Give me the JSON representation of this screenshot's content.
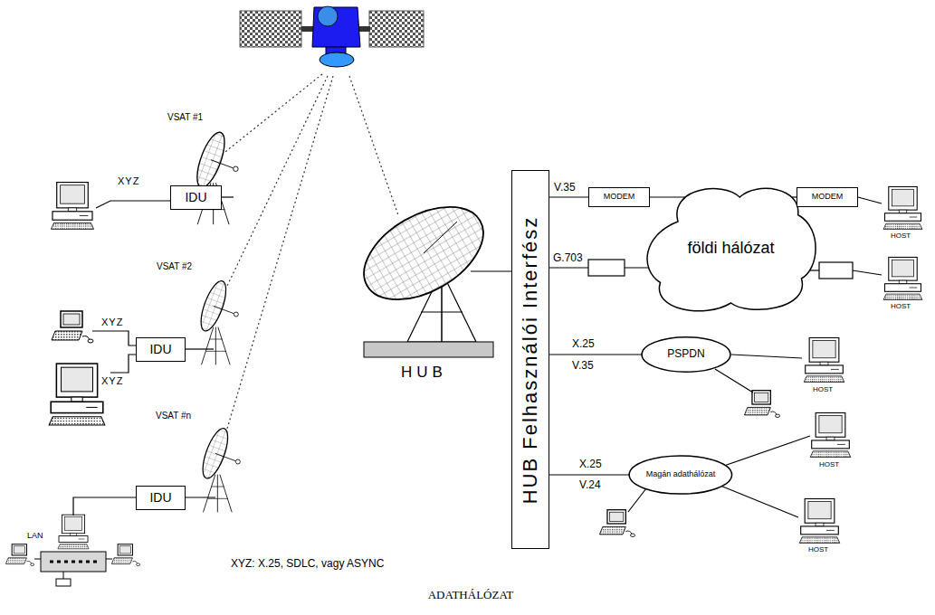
{
  "diagram": {
    "caption": "ADATHÁLÓZAT",
    "nodes": [
      {
        "text": [
          "IDU"
        ]
      },
      {
        "text": [
          "IDU"
        ]
      },
      {
        "text": [
          "IDU"
        ]
      },
      {
        "text": [
          "HUB Felhasználói Interfész"
        ]
      },
      {
        "text": [
          "MODEM"
        ]
      },
      {
        "text": [
          "földi hálózat"
        ]
      },
      {
        "text": [
          "MODEM"
        ]
      },
      {
        "text": [
          "PSPDN"
        ]
      },
      {
        "text": [
          "Magán adathálózat"
        ]
      }
    ],
    "edges": [
      {
        "from": 3,
        "to": 4,
        "label": "V.35",
        "arrow": "none"
      },
      {
        "from": 4,
        "to": 5,
        "arrow": "none"
      },
      {
        "from": 5,
        "to": 6,
        "arrow": "none"
      },
      {
        "from": 3,
        "to": 5,
        "label": "G.703",
        "arrow": "none"
      },
      {
        "from": 3,
        "to": 7,
        "label": "X.25",
        "arrow": "none"
      },
      {
        "from": 3,
        "to": 8,
        "label": "X.25",
        "arrow": "none"
      }
    ],
    "labels": [
      "VSAT #1",
      "XYZ",
      "VSAT #2",
      "XYZ",
      "XYZ",
      "VSAT #n",
      "LAN",
      "XYZ: X.25, SDLC, vagy ASYNC",
      "HUB",
      "V.35",
      "V.24",
      "HOST",
      "HOST",
      "HOST",
      "HOST",
      "HOST"
    ]
  }
}
